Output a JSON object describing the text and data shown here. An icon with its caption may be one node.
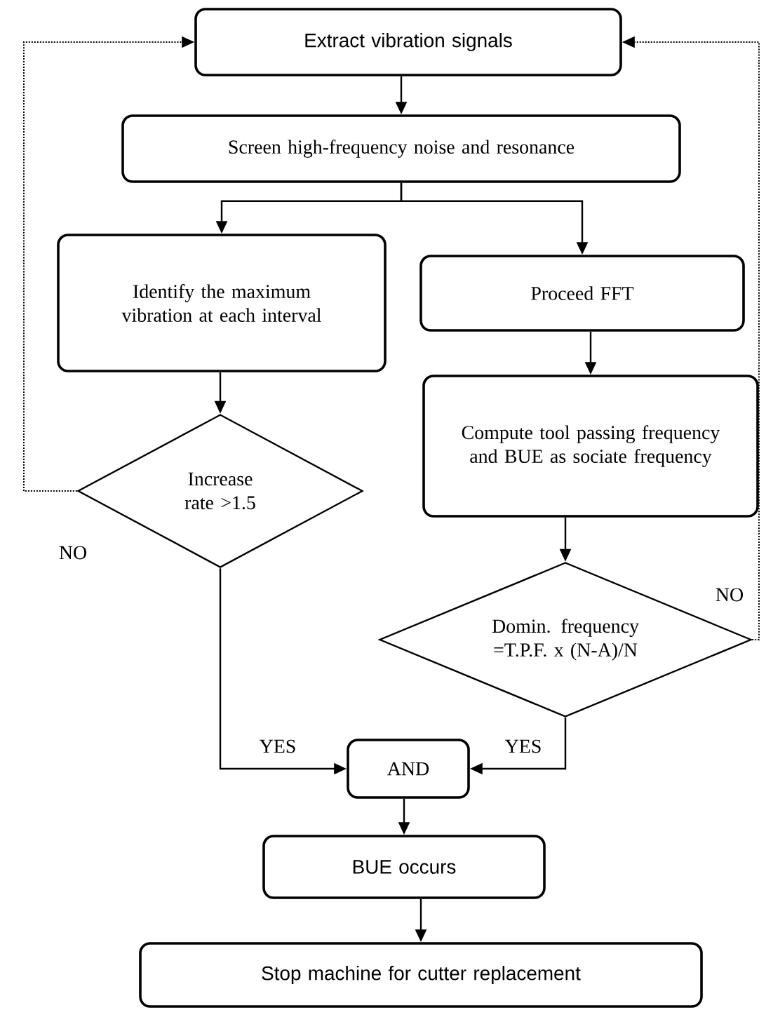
{
  "diagram": {
    "nodes": [
      {
        "text": [
          "Extract vibration signals"
        ]
      },
      {
        "text": [
          "Screen high-frequency noise and resonance"
        ]
      },
      {
        "text": [
          "Identify the maximum vibration at each interval"
        ]
      },
      {
        "text": [
          "Proceed FFT"
        ]
      },
      {
        "text": [
          "Compute tool passing frequency and BUE as sociate frequency"
        ]
      },
      {
        "text": [
          "Increase rate >1.5"
        ]
      },
      {
        "text": [
          "Domin. frequency =T.P.F. x (N-A)/N"
        ]
      },
      {
        "text": [
          "AND"
        ]
      },
      {
        "text": [
          "BUE occurs"
        ]
      },
      {
        "text": [
          "Stop machine for cutter replacement"
        ]
      }
    ],
    "edges": [
      {
        "from": 0,
        "to": 1,
        "arrow": "to"
      },
      {
        "from": 1,
        "to": 2,
        "arrow": "to"
      },
      {
        "from": 1,
        "to": 3,
        "arrow": "to"
      },
      {
        "from": 2,
        "to": 5,
        "arrow": "to"
      },
      {
        "from": 3,
        "to": 4,
        "arrow": "to"
      },
      {
        "from": 4,
        "to": 6,
        "arrow": "to"
      },
      {
        "from": 5,
        "to": 7,
        "arrow": "to",
        "label": "YES"
      },
      {
        "from": 6,
        "to": 7,
        "arrow": "to",
        "label": "YES"
      },
      {
        "from": 5,
        "to": 0,
        "arrow": "to",
        "label": "NO",
        "style": "dashed"
      },
      {
        "from": 6,
        "to": 0,
        "arrow": "to",
        "label": "NO",
        "style": "dashed"
      },
      {
        "from": 7,
        "to": 8,
        "arrow": "to"
      },
      {
        "from": 8,
        "to": 9,
        "arrow": "to"
      }
    ]
  }
}
